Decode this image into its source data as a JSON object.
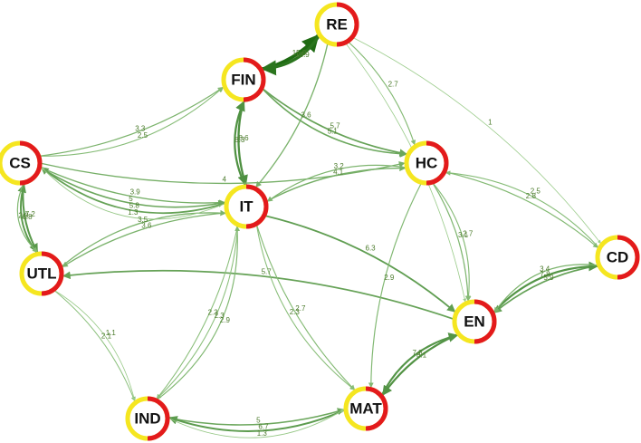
{
  "network": {
    "nodes": [
      {
        "id": "RE",
        "label": "RE"
      },
      {
        "id": "FIN",
        "label": "FIN"
      },
      {
        "id": "CS",
        "label": "CS"
      },
      {
        "id": "HC",
        "label": "HC"
      },
      {
        "id": "IT",
        "label": "IT"
      },
      {
        "id": "CD",
        "label": "CD"
      },
      {
        "id": "UTL",
        "label": "UTL"
      },
      {
        "id": "EN",
        "label": "EN"
      },
      {
        "id": "IND",
        "label": "IND"
      },
      {
        "id": "MAT",
        "label": "MAT"
      }
    ],
    "edges": [
      {
        "from": "FIN",
        "to": "RE",
        "weight": 15.9
      },
      {
        "from": "RE",
        "to": "FIN",
        "weight": 13.9
      },
      {
        "from": "RE",
        "to": "HC",
        "weight": 2.7
      },
      {
        "from": "RE",
        "to": "IT",
        "weight": 3.6
      },
      {
        "from": "FIN",
        "to": "HC",
        "weight": 5.7
      },
      {
        "from": "FIN",
        "to": "IT",
        "weight": 8.6
      },
      {
        "from": "IT",
        "to": "FIN",
        "weight": 8.3
      },
      {
        "from": "CS",
        "to": "FIN",
        "weight": 3.3
      },
      {
        "from": "CS",
        "to": "IT",
        "weight": 3.9
      },
      {
        "from": "CS",
        "to": "HC",
        "weight": 4
      },
      {
        "from": "CS",
        "to": "IT",
        "weight": 5
      },
      {
        "from": "IT",
        "to": "CS",
        "weight": 5.8
      },
      {
        "from": "CS",
        "to": "UTL",
        "weight": 7.2
      },
      {
        "from": "UTL",
        "to": "CS",
        "weight": 6.8
      },
      {
        "from": "FIN",
        "to": "HC",
        "weight": 5.1
      },
      {
        "from": "IT",
        "to": "HC",
        "weight": 4.1
      },
      {
        "from": "HC",
        "to": "IT",
        "weight": 3.2
      },
      {
        "from": "HC",
        "to": "CD",
        "weight": 2.8
      },
      {
        "from": "IT",
        "to": "EN",
        "weight": 6.3
      },
      {
        "from": "IT",
        "to": "UTL",
        "weight": 3.6
      },
      {
        "from": "UTL",
        "to": "IT",
        "weight": 3.5
      },
      {
        "from": "CD",
        "to": "EN",
        "weight": 5.9
      },
      {
        "from": "EN",
        "to": "CD",
        "weight": 7.8
      },
      {
        "from": "EN",
        "to": "UTL",
        "weight": 5.7
      },
      {
        "from": "EN",
        "to": "MAT",
        "weight": 8.1
      },
      {
        "from": "MAT",
        "to": "EN",
        "weight": 7.8
      },
      {
        "from": "IND",
        "to": "MAT",
        "weight": 5
      },
      {
        "from": "MAT",
        "to": "IND",
        "weight": 6.7
      },
      {
        "from": "IT",
        "to": "IND",
        "weight": 2.3
      },
      {
        "from": "IT",
        "to": "MAT",
        "weight": 2.7
      },
      {
        "from": "HC",
        "to": "MAT",
        "weight": 2.9
      },
      {
        "from": "HC",
        "to": "EN",
        "weight": 3.1
      },
      {
        "from": "CD",
        "to": "EN",
        "weight": 3.4
      },
      {
        "from": "HC",
        "to": "EN",
        "weight": 2.7
      },
      {
        "from": "CD",
        "to": "HC",
        "weight": 2.5
      },
      {
        "from": "UTL",
        "to": "IND",
        "weight": 2.1
      },
      {
        "from": "CS",
        "to": "FIN",
        "weight": 2.5
      },
      {
        "from": "IT",
        "to": "CS",
        "weight": 1.3
      },
      {
        "from": "IT",
        "to": "IND",
        "weight": 2.3
      },
      {
        "from": "IT",
        "to": "MAT",
        "weight": 2.3
      },
      {
        "from": "IND",
        "to": "IT",
        "weight": 2.9
      },
      {
        "from": "RE",
        "to": "CD",
        "weight": 1
      },
      {
        "from": "RE",
        "to": "EN",
        "weight": 1.1
      },
      {
        "from": "UTL",
        "to": "IND",
        "weight": 1.1
      },
      {
        "from": "IND",
        "to": "MAT",
        "weight": 1.3
      },
      {
        "from": "CS",
        "to": "UTL",
        "weight": 2.9
      }
    ],
    "colors": {
      "edge_dark": "#1e6b12",
      "edge_light": "#b9e3a8",
      "node_ring_red": "#e31a1c",
      "node_ring_yellow": "#f5e620",
      "node_fill": "#ffffff",
      "label_color": "#4a7a2a"
    }
  }
}
